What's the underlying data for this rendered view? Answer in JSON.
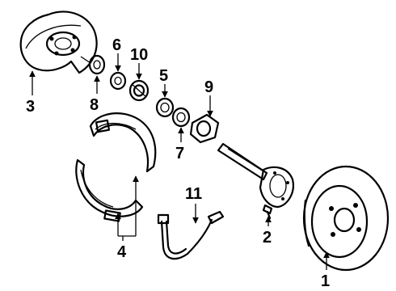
{
  "callouts": [
    {
      "id": "c1",
      "text": "1"
    },
    {
      "id": "c2",
      "text": "2"
    },
    {
      "id": "c3",
      "text": "3"
    },
    {
      "id": "c4",
      "text": "4"
    },
    {
      "id": "c5",
      "text": "5"
    },
    {
      "id": "c6",
      "text": "6"
    },
    {
      "id": "c7",
      "text": "7"
    },
    {
      "id": "c8",
      "text": "8"
    },
    {
      "id": "c9",
      "text": "9"
    },
    {
      "id": "c10",
      "text": "10"
    },
    {
      "id": "c11",
      "text": "11"
    }
  ]
}
